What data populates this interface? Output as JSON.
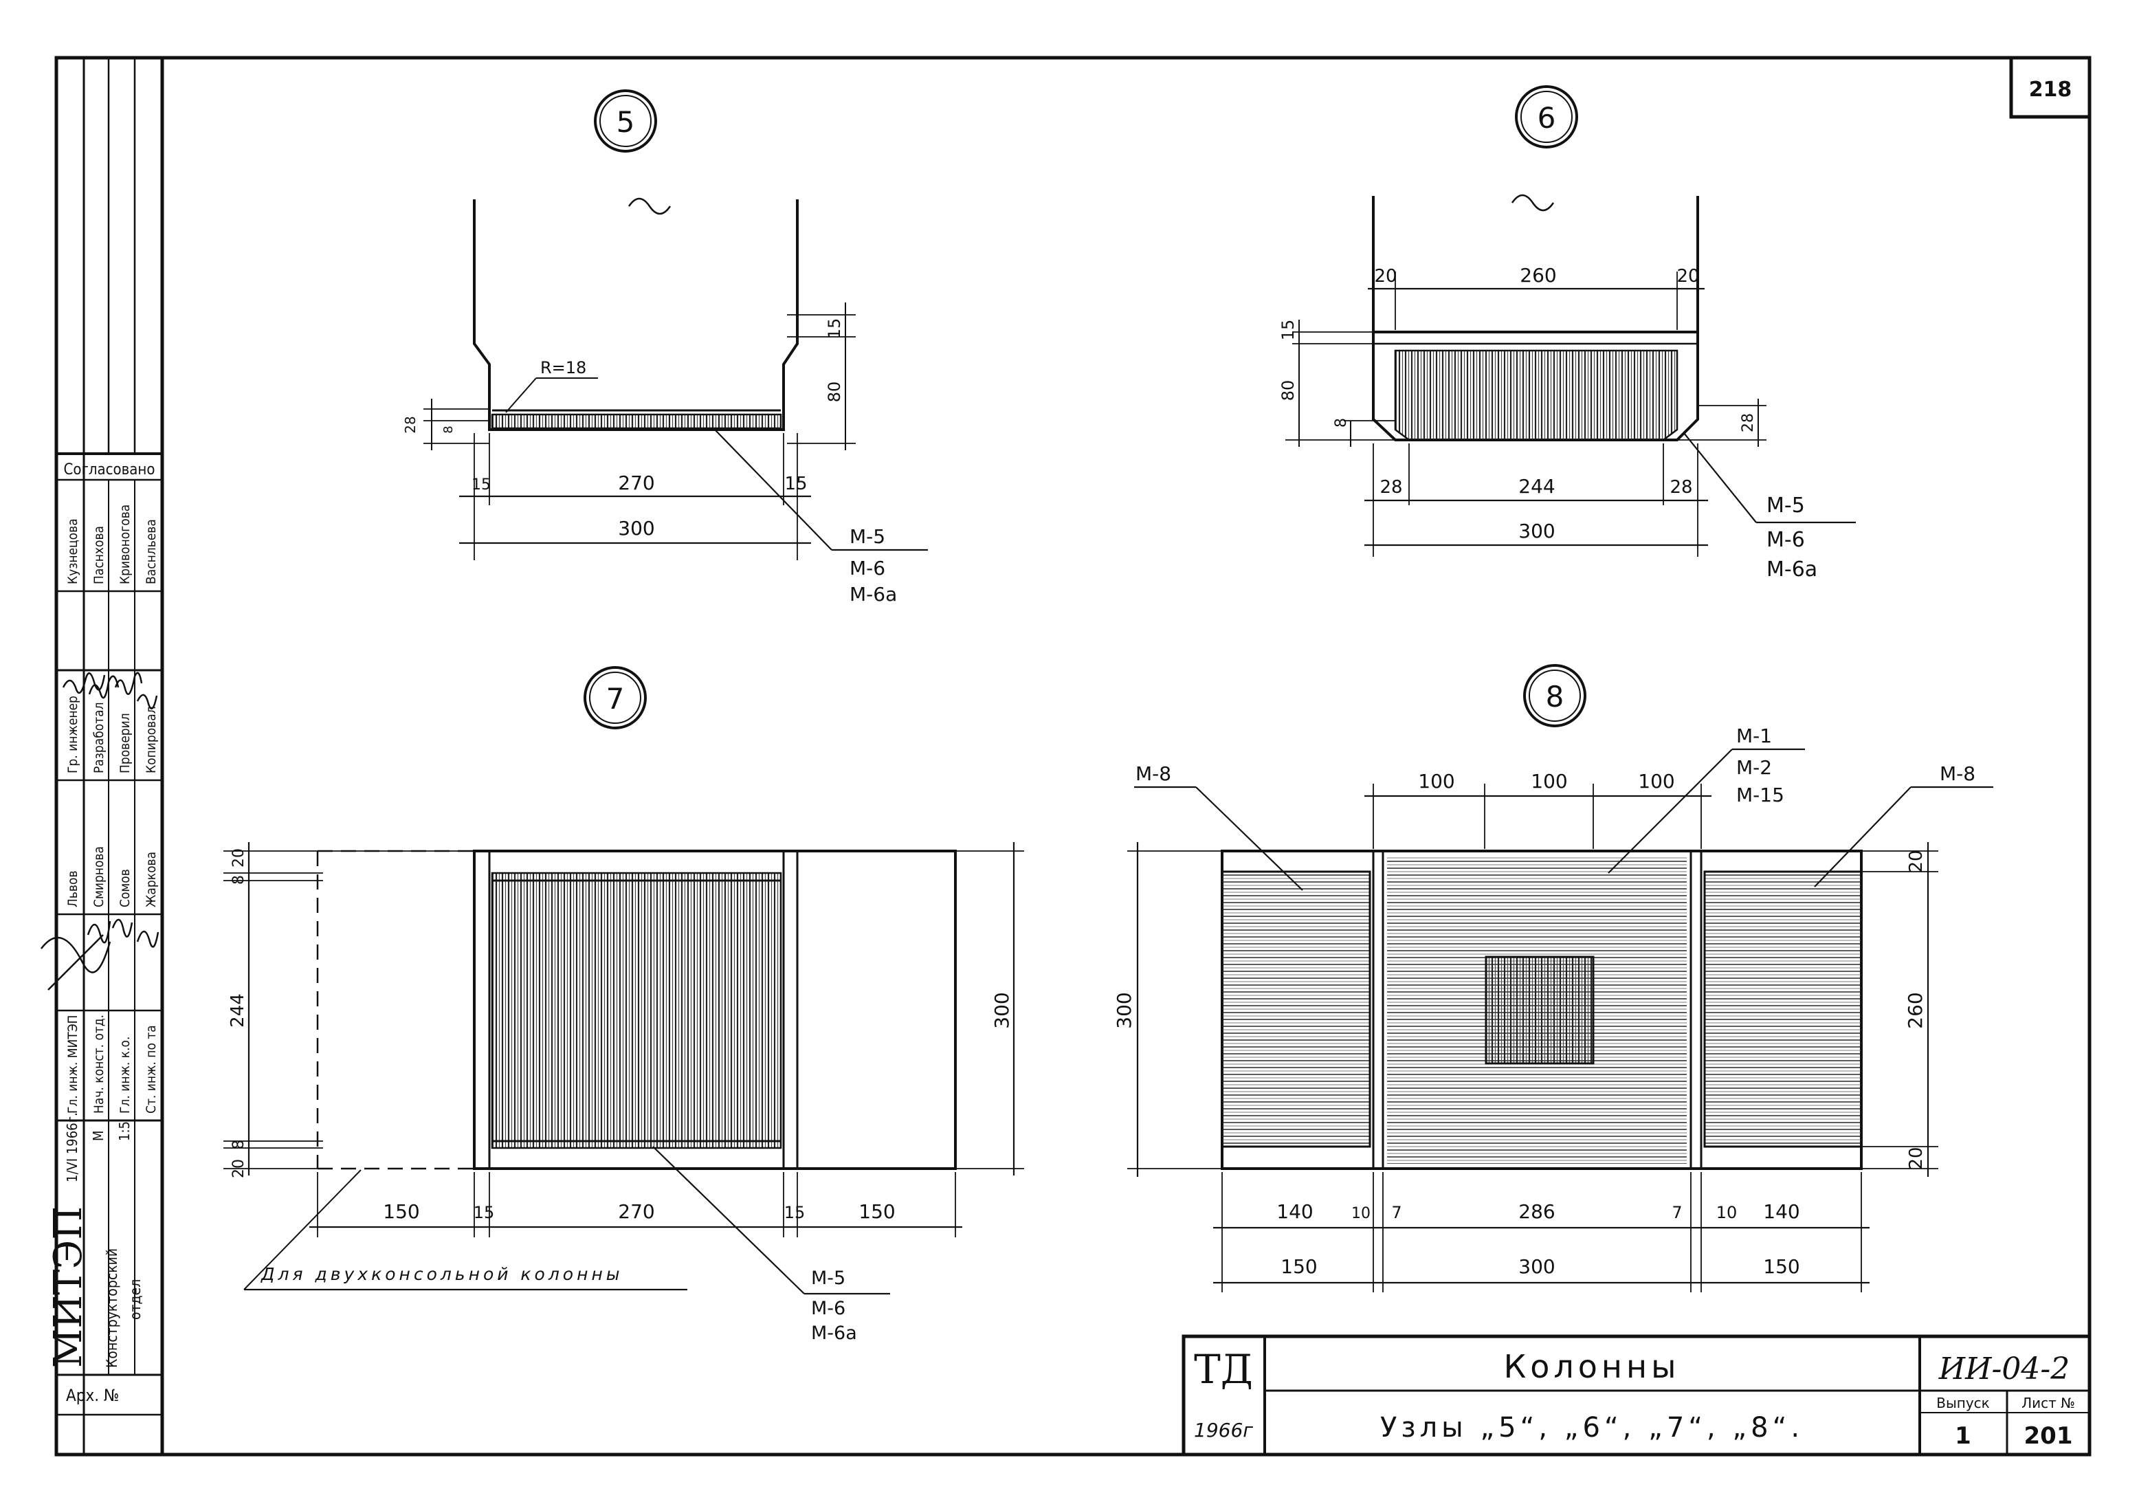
{
  "sheet": {
    "page_number": "218",
    "title_block": {
      "mark": "ТД",
      "year": "1966г",
      "title": "Колонны",
      "subtitle": "Узлы „5“, „6“, „7“, „8“.",
      "series": "ИИ-04-2",
      "issue_label": "Выпуск",
      "issue_value": "1",
      "sheet_label": "Лист №",
      "sheet_value": "201"
    },
    "side_stamp": {
      "agreed": "Согласовано",
      "approvers": [
        "Кузнецова",
        "Паснхова",
        "Кривоногова",
        "Васнльева"
      ],
      "roles_left": [
        "Гл. инж. МИТЭП",
        "Нач. конст. отд.",
        "Гр. инженер"
      ],
      "roles_right": [
        "Гл. инж. к.о.",
        "Ст. инж. по та",
        "Разработал",
        "Проверил",
        "Копировал"
      ],
      "names": [
        "Львов",
        "Смирнова",
        "Сомов",
        "Жаркова"
      ],
      "date": "1/VI 1966г.",
      "scale_label": "М",
      "scale_value": "1:5",
      "org": "МИТЭП",
      "dept_line1": "Конструкторский",
      "dept_line2": "отдел",
      "archive": "Арх. №"
    }
  },
  "nodes": {
    "n5": {
      "label": "5",
      "radius_note": "R=18",
      "dims": [
        "15",
        "80",
        "28",
        "8",
        "15",
        "270",
        "15",
        "300"
      ],
      "marks": [
        "М-5",
        "М-6",
        "М-6а"
      ]
    },
    "n6": {
      "label": "6",
      "dims": [
        "20",
        "260",
        "20",
        "15",
        "80",
        "8",
        "28",
        "28",
        "244",
        "28",
        "300"
      ],
      "marks": [
        "М-5",
        "М-6",
        "М-6а"
      ]
    },
    "n7": {
      "label": "7",
      "dims": [
        "8",
        "20",
        "244",
        "20",
        "8",
        "300",
        "150",
        "15",
        "270",
        "15",
        "150"
      ],
      "marks": [
        "М-5",
        "М-6",
        "М-6а"
      ],
      "note": "Для двухконсольной колонны"
    },
    "n8": {
      "label": "8",
      "dims": [
        "100",
        "100",
        "100",
        "300",
        "20",
        "260",
        "20",
        "140",
        "10",
        "7",
        "286",
        "7",
        "10",
        "140",
        "150",
        "300",
        "150"
      ],
      "marks_top": [
        "М-1",
        "М-2",
        "М-15"
      ],
      "mark_left": "М-8",
      "mark_right": "М-8"
    }
  }
}
